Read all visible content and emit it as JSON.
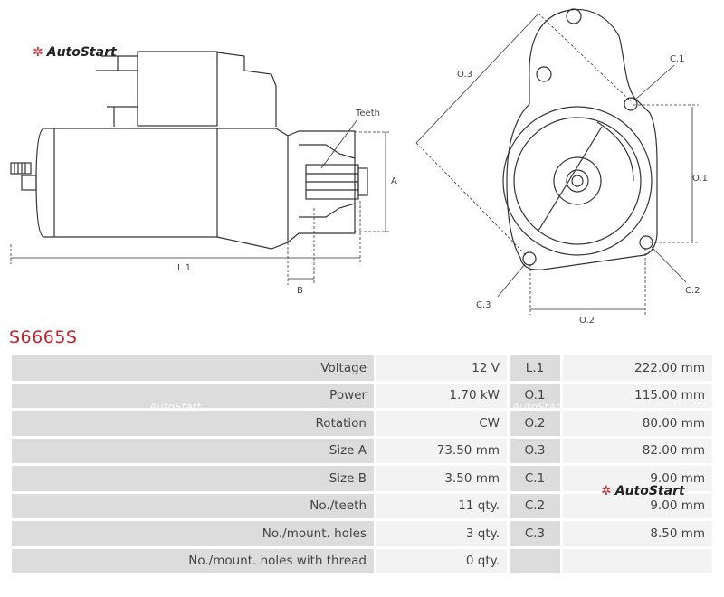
{
  "brand": {
    "name": "AutoStart",
    "brand_color": "#c8202b"
  },
  "drawing_labels": {
    "teeth": "Teeth",
    "a": "A",
    "b": "B",
    "l1": "L.1",
    "o1": "O.1",
    "o2": "O.2",
    "o3": "O.3",
    "c1": "C.1",
    "c2": "C.2",
    "c3": "C.3"
  },
  "part_number": "S6665S",
  "specs": [
    {
      "label": "Voltage",
      "value": "12 V",
      "dim": "L.1",
      "dim_value": "222.00 mm"
    },
    {
      "label": "Power",
      "value": "1.70 kW",
      "dim": "O.1",
      "dim_value": "115.00 mm"
    },
    {
      "label": "Rotation",
      "value": "CW",
      "dim": "O.2",
      "dim_value": "80.00 mm"
    },
    {
      "label": "Size A",
      "value": "73.50 mm",
      "dim": "O.3",
      "dim_value": "82.00 mm"
    },
    {
      "label": "Size B",
      "value": "3.50 mm",
      "dim": "C.1",
      "dim_value": "9.00 mm"
    },
    {
      "label": "No./teeth",
      "value": "11 qty.",
      "dim": "C.2",
      "dim_value": "9.00 mm"
    },
    {
      "label": "No./mount. holes",
      "value": "3 qty.",
      "dim": "C.3",
      "dim_value": "8.50 mm"
    },
    {
      "label": "No./mount. holes with thread",
      "value": "0 qty.",
      "dim": "",
      "dim_value": ""
    }
  ]
}
